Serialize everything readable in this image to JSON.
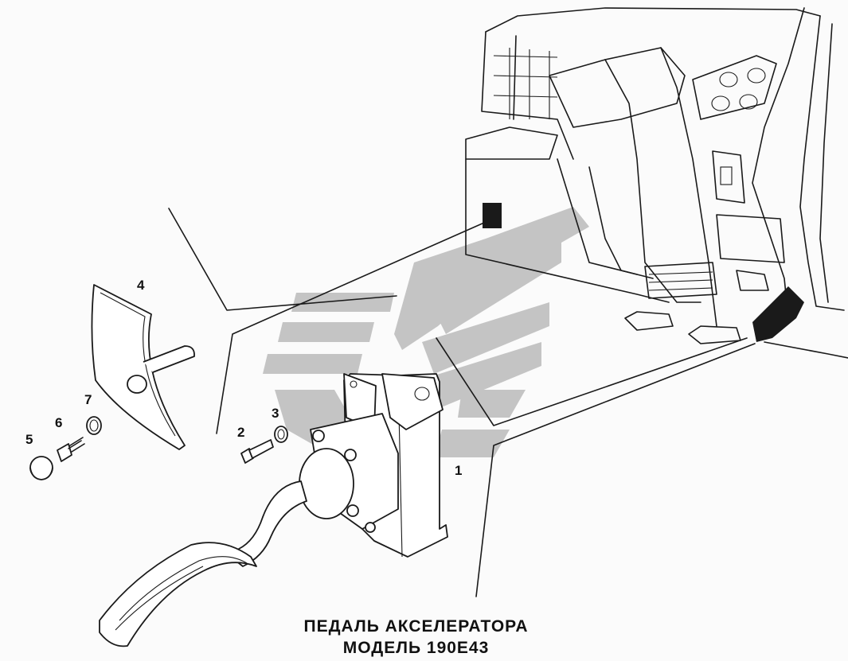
{
  "diagram": {
    "caption_line1": "ПЕДАЛЬ АКСЕЛЕРАТОРА",
    "caption_line2": "МОДЕЛЬ 190E43",
    "callouts": {
      "p1": "1",
      "p2": "2",
      "p3": "3",
      "p4": "4",
      "p5": "5",
      "p6": "6",
      "p7": "7"
    },
    "watermark_color": "#c4c4c4",
    "line_color": "#1a1a1a"
  }
}
